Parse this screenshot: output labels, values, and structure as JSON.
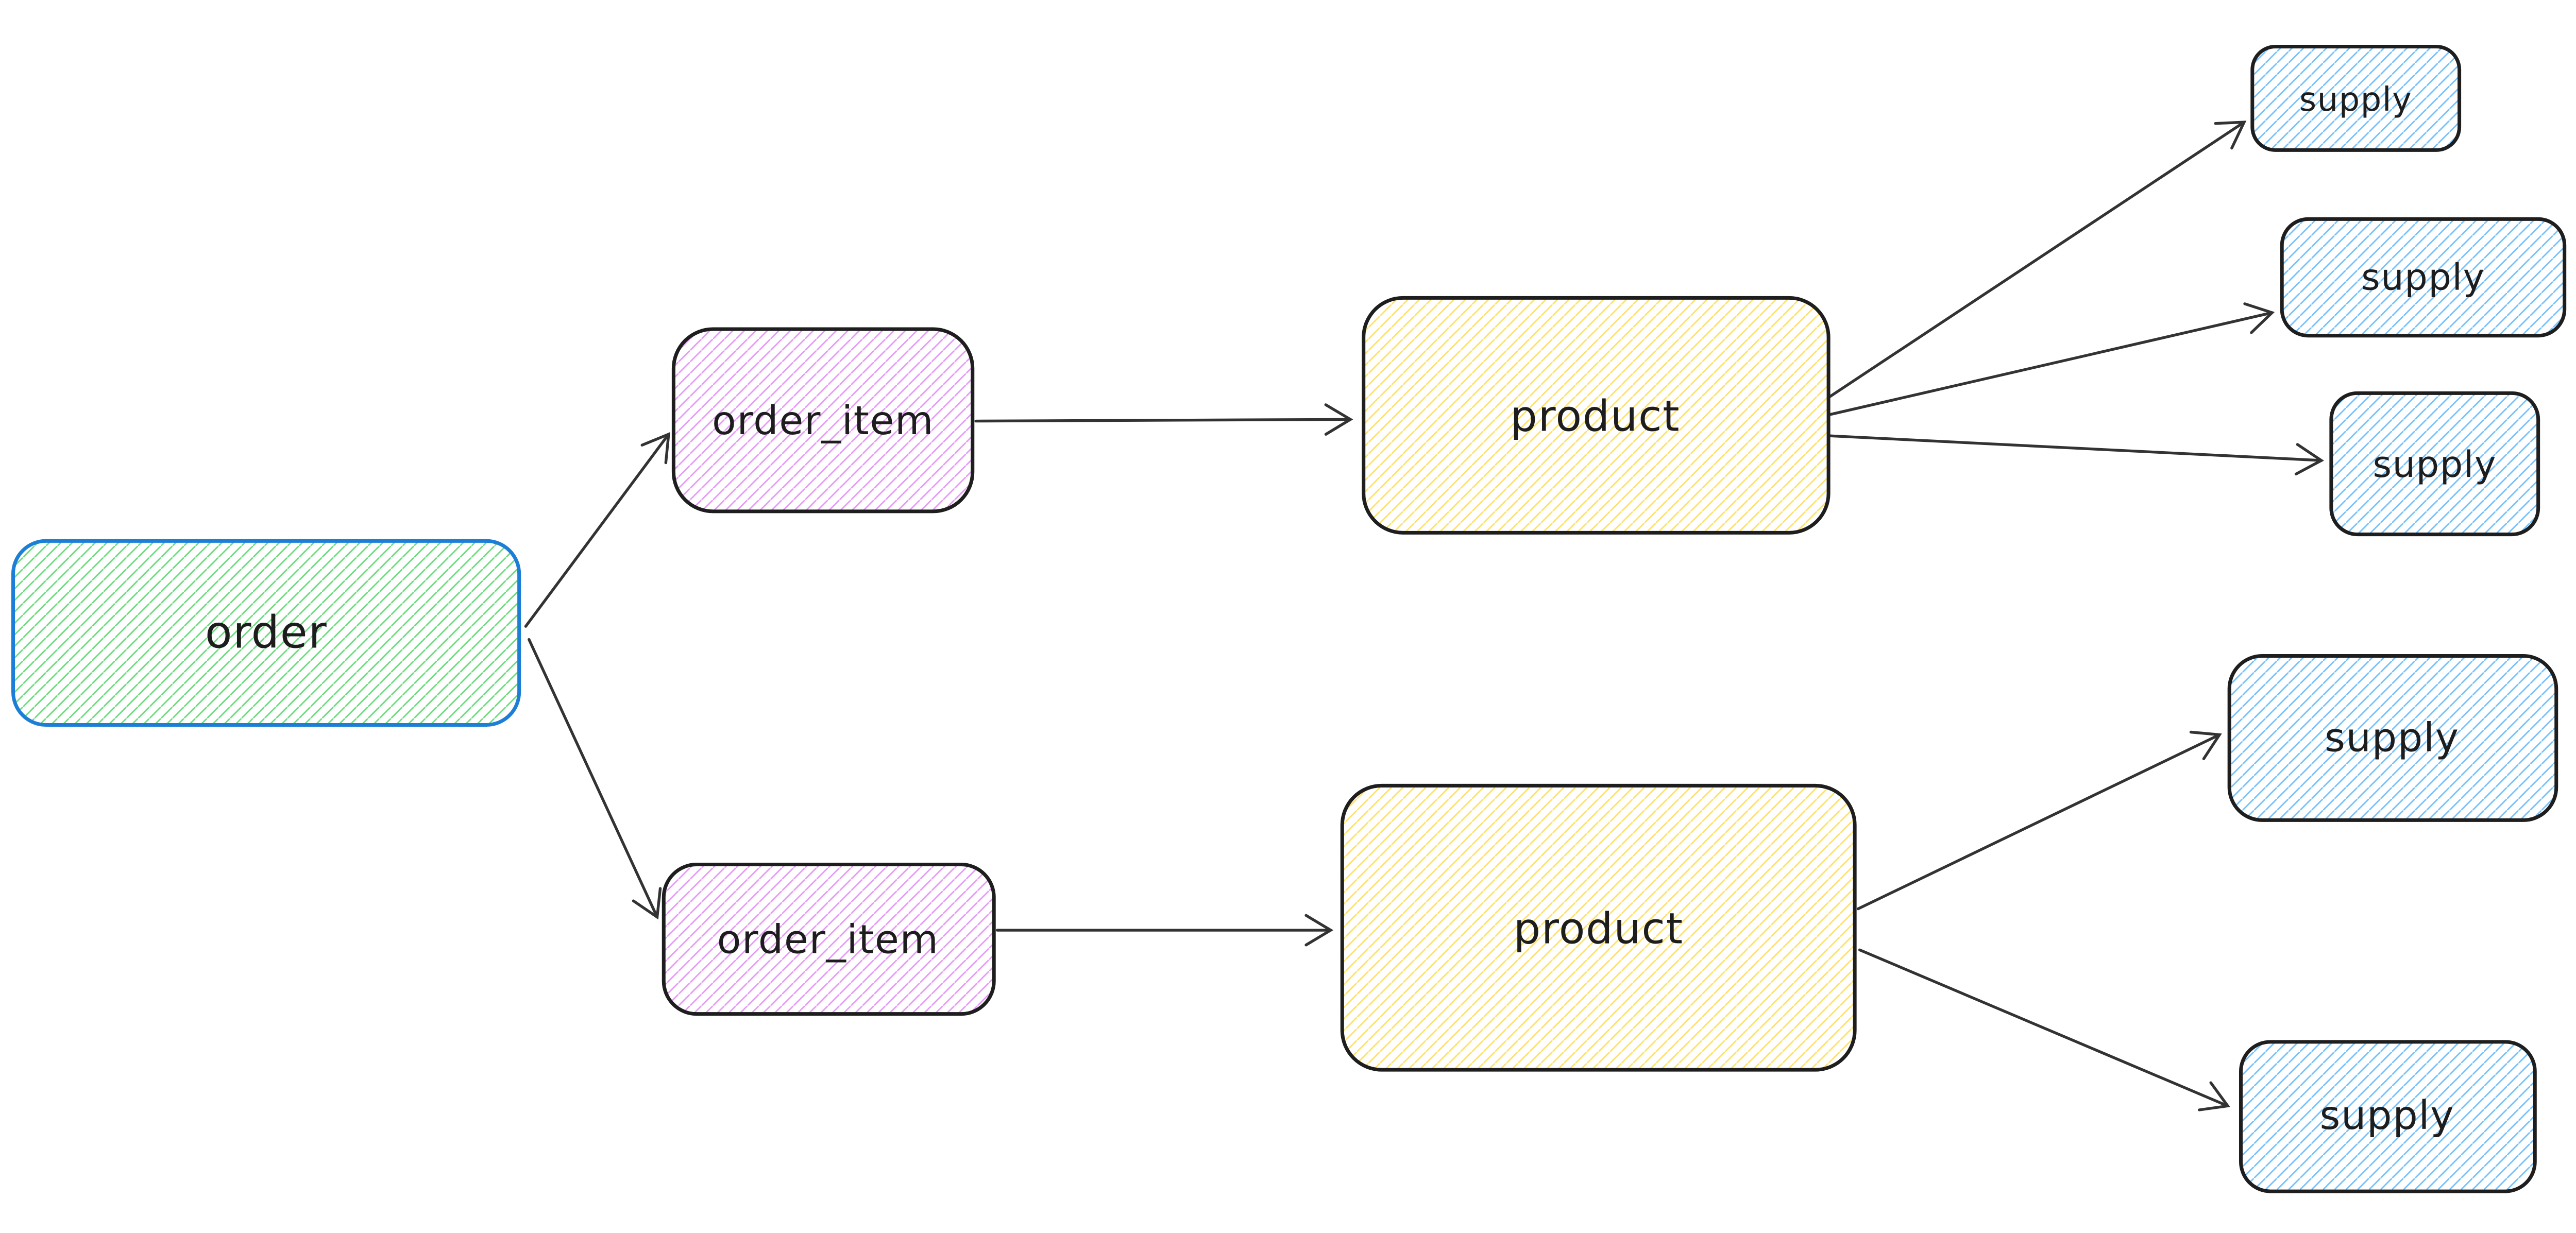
{
  "diagram": {
    "kind": "entity-relationship-tree",
    "background": "#ffffff",
    "nodes": {
      "order": {
        "label": "order"
      },
      "order_item_1": {
        "label": "order_item"
      },
      "order_item_2": {
        "label": "order_item"
      },
      "product_1": {
        "label": "product"
      },
      "product_2": {
        "label": "product"
      },
      "supply_1": {
        "label": "supply"
      },
      "supply_2": {
        "label": "supply"
      },
      "supply_3": {
        "label": "supply"
      },
      "supply_4": {
        "label": "supply"
      },
      "supply_5": {
        "label": "supply"
      }
    },
    "edges": [
      {
        "from": "order",
        "to": "order_item_1"
      },
      {
        "from": "order",
        "to": "order_item_2"
      },
      {
        "from": "order_item_1",
        "to": "product_1"
      },
      {
        "from": "order_item_2",
        "to": "product_2"
      },
      {
        "from": "product_1",
        "to": "supply_1"
      },
      {
        "from": "product_1",
        "to": "supply_2"
      },
      {
        "from": "product_1",
        "to": "supply_3"
      },
      {
        "from": "product_2",
        "to": "supply_4"
      },
      {
        "from": "product_2",
        "to": "supply_5"
      }
    ],
    "colors": {
      "order_stroke": "#1c7ed6",
      "default_stroke": "#1e1e1e",
      "arrow_stroke": "#333333",
      "order_hatch": "#69db7c",
      "order_item_hatch": "#e599f7",
      "product_hatch": "#ffe066",
      "supply_hatch": "#74c0fc",
      "label_color": "#1d1d1d"
    }
  }
}
